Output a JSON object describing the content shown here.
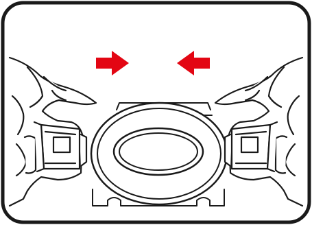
{
  "colors": {
    "background": "#ffffff",
    "line": "#1a1a1a",
    "arrow": "#e30613"
  },
  "diagram": {
    "icons": [
      "frame-border",
      "push-arrow-right-icon",
      "push-arrow-left-icon",
      "left-hand-icon",
      "right-hand-icon",
      "left-side-button-icon",
      "right-side-button-icon",
      "oval-device-body",
      "oval-inner-lens"
    ]
  }
}
